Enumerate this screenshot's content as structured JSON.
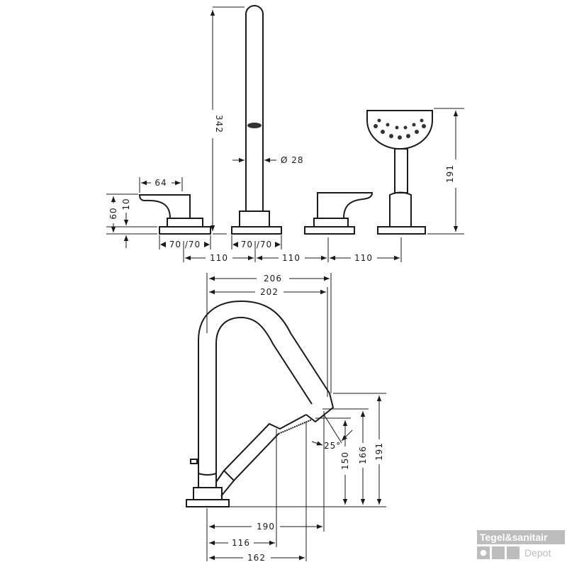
{
  "top_view": {
    "dims": {
      "height_spout": "342",
      "diameter": "Ø 28",
      "handle_length": "64",
      "handle_height": "60",
      "handle_offset": "10",
      "base_left": "70 /70",
      "base_spout": "70 /70",
      "spacing_1": "110",
      "spacing_2": "110",
      "spacing_3": "110",
      "shower_height": "191"
    }
  },
  "side_view": {
    "dims": {
      "reach_outer": "206",
      "reach_inner": "202",
      "reach_190": "190",
      "reach_116": "116",
      "reach_162": "162",
      "height_191": "191",
      "height_166": "166",
      "height_150": "150",
      "angle": "25°"
    }
  },
  "watermark": {
    "brand": "Tegel&sanitair",
    "sub": "Depot"
  }
}
